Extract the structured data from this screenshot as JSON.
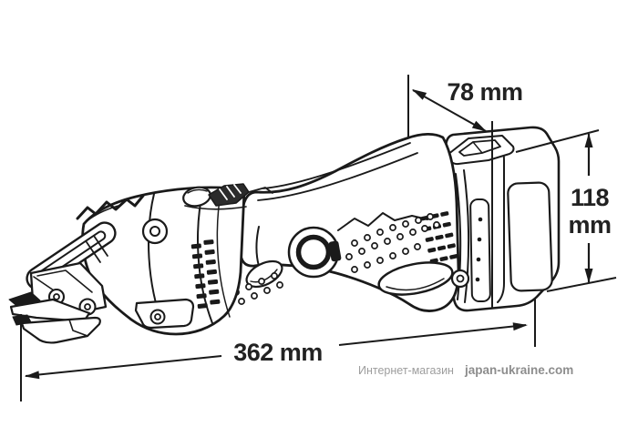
{
  "figure": {
    "description": "Side-view outline technical drawing of a cordless metal shear power tool with overall dimension annotations"
  },
  "dimensions": {
    "width_78": {
      "value": "78 mm"
    },
    "height_118": {
      "value_line1": "118",
      "value_line2": "mm"
    },
    "length_362": {
      "value": "362 mm"
    }
  },
  "watermark": {
    "store": "Интернет-магазин",
    "site": "japan-ukraine.com"
  },
  "colors": {
    "ink": "#1a1a1a",
    "dimension_text": "#222222",
    "watermark_store": "#9d9d9d",
    "watermark_site": "#8d8d8d",
    "background": "#ffffff"
  }
}
